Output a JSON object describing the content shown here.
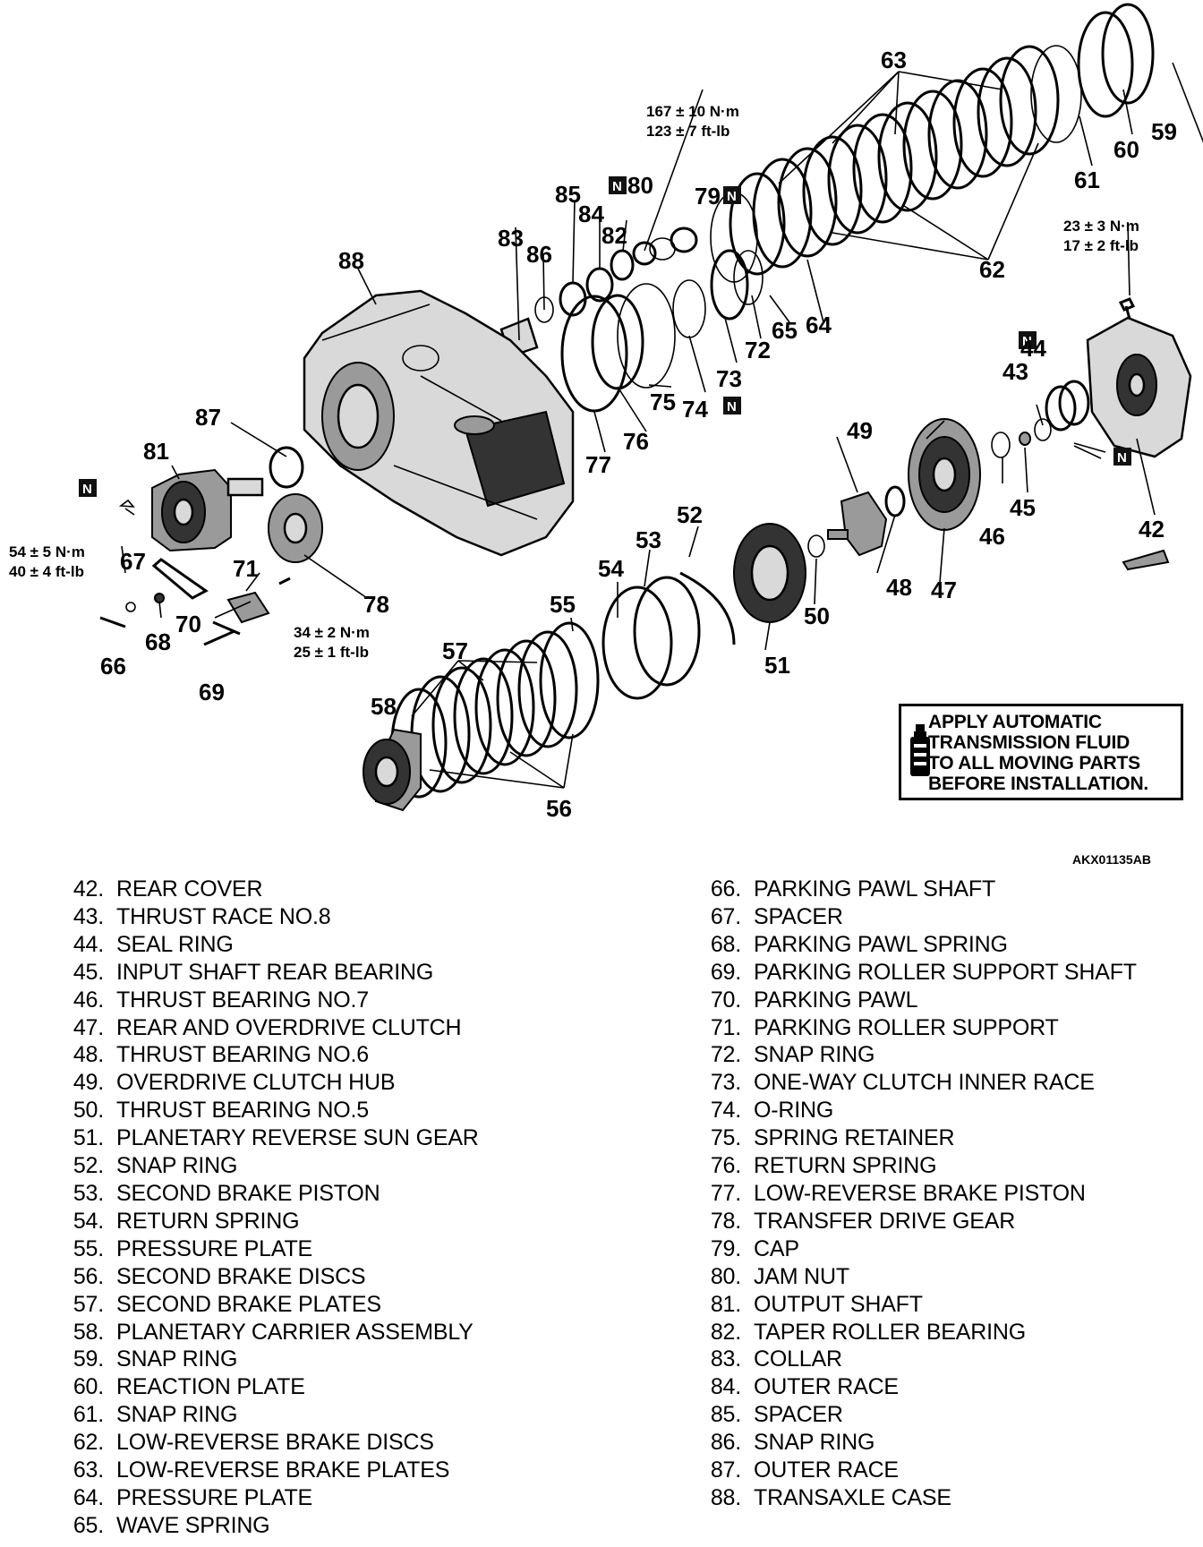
{
  "figure_code": "AKX01135AB",
  "note": {
    "lines": [
      "APPLY AUTOMATIC",
      "TRANSMISSION FLUID",
      "TO ALL MOVING PARTS",
      "BEFORE INSTALLATION."
    ],
    "icon": "fluid-bottle-icon"
  },
  "callouts": {
    "c42": "42",
    "c43": "43",
    "c44": "44",
    "c45": "45",
    "c46": "46",
    "c47": "47",
    "c48": "48",
    "c49": "49",
    "c50": "50",
    "c51": "51",
    "c52": "52",
    "c53": "53",
    "c54": "54",
    "c55": "55",
    "c56": "56",
    "c57": "57",
    "c58": "58",
    "c59": "59",
    "c60": "60",
    "c61": "61",
    "c62": "62",
    "c63": "63",
    "c64": "64",
    "c65": "65",
    "c66": "66",
    "c67": "67",
    "c68": "68",
    "c69": "69",
    "c70": "70",
    "c71": "71",
    "c72": "72",
    "c73": "73",
    "c74": "74",
    "c75": "75",
    "c76": "76",
    "c77": "77",
    "c78": "78",
    "c79": "79",
    "c80": "80",
    "c81": "81",
    "c82": "82",
    "c83": "83",
    "c84": "84",
    "c85": "85",
    "c86": "86",
    "c87": "87",
    "c88": "88"
  },
  "torque": {
    "jam_nut": [
      "167 ± 10 N·m",
      "123 ± 7 ft-lb"
    ],
    "rear_cover": [
      "23 ± 3 N·m",
      "17 ± 2 ft-lb"
    ],
    "output_shaft": [
      "54 ± 5 N·m",
      "40 ± 4 ft-lb"
    ],
    "parking_roller": [
      "34 ± 2 N·m",
      "25 ± 1 ft-lb"
    ]
  },
  "new_part_marker": "N",
  "legend_left": [
    {
      "num": "42.",
      "name": "REAR COVER"
    },
    {
      "num": "43.",
      "name": "THRUST RACE NO.8"
    },
    {
      "num": "44.",
      "name": "SEAL RING"
    },
    {
      "num": "45.",
      "name": "INPUT SHAFT REAR BEARING"
    },
    {
      "num": "46.",
      "name": "THRUST BEARING NO.7"
    },
    {
      "num": "47.",
      "name": "REAR AND OVERDRIVE CLUTCH"
    },
    {
      "num": "48.",
      "name": "THRUST BEARING NO.6"
    },
    {
      "num": "49.",
      "name": "OVERDRIVE CLUTCH HUB"
    },
    {
      "num": "50.",
      "name": "THRUST BEARING NO.5"
    },
    {
      "num": "51.",
      "name": "PLANETARY REVERSE SUN GEAR"
    },
    {
      "num": "52.",
      "name": "SNAP RING"
    },
    {
      "num": "53.",
      "name": "SECOND BRAKE PISTON"
    },
    {
      "num": "54.",
      "name": "RETURN SPRING"
    },
    {
      "num": "55.",
      "name": "PRESSURE PLATE"
    },
    {
      "num": "56.",
      "name": "SECOND BRAKE DISCS"
    },
    {
      "num": "57.",
      "name": "SECOND BRAKE PLATES"
    },
    {
      "num": "58.",
      "name": "PLANETARY CARRIER ASSEMBLY"
    },
    {
      "num": "59.",
      "name": "SNAP RING"
    },
    {
      "num": "60.",
      "name": "REACTION PLATE"
    },
    {
      "num": "61.",
      "name": "SNAP RING"
    },
    {
      "num": "62.",
      "name": "LOW-REVERSE BRAKE DISCS"
    },
    {
      "num": "63.",
      "name": "LOW-REVERSE BRAKE PLATES"
    },
    {
      "num": "64.",
      "name": "PRESSURE PLATE"
    },
    {
      "num": "65.",
      "name": "WAVE SPRING"
    }
  ],
  "legend_right": [
    {
      "num": "66.",
      "name": "PARKING PAWL SHAFT"
    },
    {
      "num": "67.",
      "name": "SPACER"
    },
    {
      "num": "68.",
      "name": "PARKING PAWL SPRING"
    },
    {
      "num": "69.",
      "name": "PARKING ROLLER SUPPORT SHAFT"
    },
    {
      "num": "70.",
      "name": "PARKING PAWL"
    },
    {
      "num": "71.",
      "name": "PARKING ROLLER SUPPORT"
    },
    {
      "num": "72.",
      "name": "SNAP RING"
    },
    {
      "num": "73.",
      "name": "ONE-WAY CLUTCH INNER RACE"
    },
    {
      "num": "74.",
      "name": "O-RING"
    },
    {
      "num": "75.",
      "name": "SPRING RETAINER"
    },
    {
      "num": "76.",
      "name": "RETURN SPRING"
    },
    {
      "num": "77.",
      "name": "LOW-REVERSE BRAKE PISTON"
    },
    {
      "num": "78.",
      "name": "TRANSFER DRIVE GEAR"
    },
    {
      "num": "79.",
      "name": "CAP"
    },
    {
      "num": "80.",
      "name": "JAM NUT"
    },
    {
      "num": "81.",
      "name": "OUTPUT SHAFT"
    },
    {
      "num": "82.",
      "name": "TAPER ROLLER BEARING"
    },
    {
      "num": "83.",
      "name": "COLLAR"
    },
    {
      "num": "84.",
      "name": "OUTER RACE"
    },
    {
      "num": "85.",
      "name": "SPACER"
    },
    {
      "num": "86.",
      "name": "SNAP RING"
    },
    {
      "num": "87.",
      "name": "OUTER RACE"
    },
    {
      "num": "88.",
      "name": "TRANSAXLE CASE"
    }
  ]
}
